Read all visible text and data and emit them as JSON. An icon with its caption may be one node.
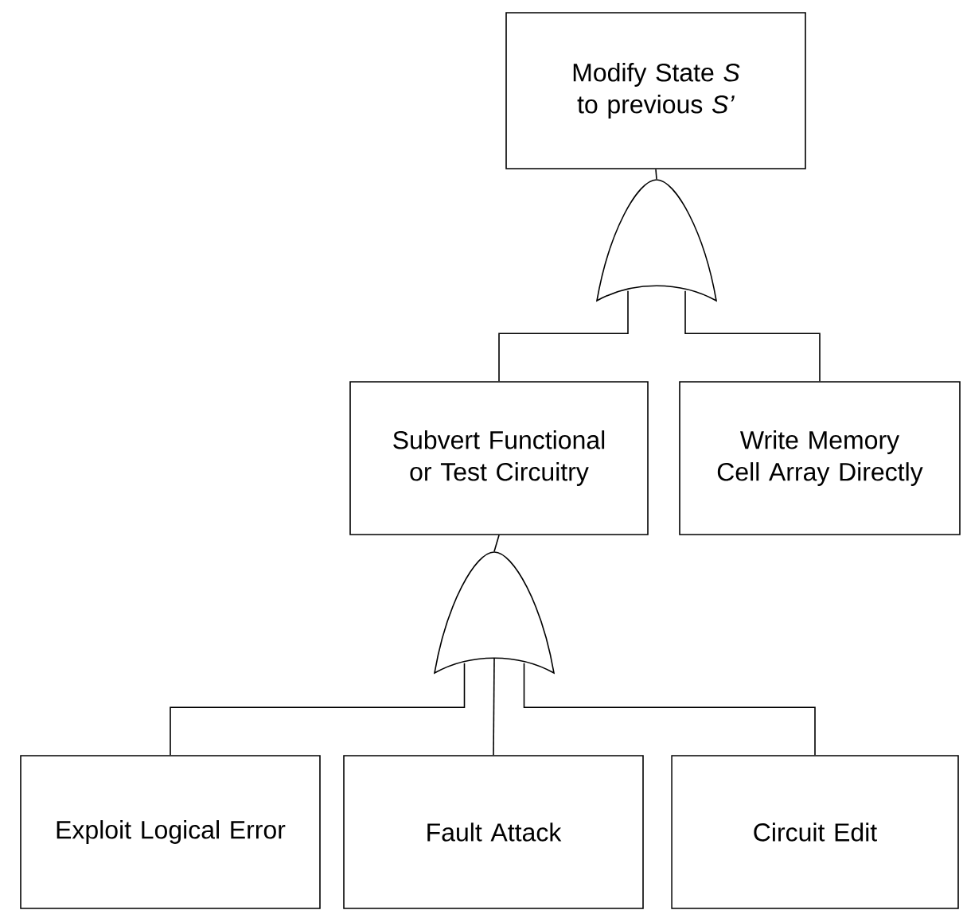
{
  "diagram": {
    "nodes": [
      {
        "text": [
          "Modify State *S* to previous *S’*"
        ]
      },
      {
        "text": [],
        "shape": "gate"
      },
      {
        "text": [
          "Subvert Functional or Test Circuitry"
        ]
      },
      {
        "text": [
          "Write Memory Cell Array Directly"
        ]
      },
      {
        "text": [],
        "shape": "gate"
      },
      {
        "text": [
          "Exploit Logical Error"
        ]
      },
      {
        "text": [
          "Fault Attack"
        ]
      },
      {
        "text": [
          "Circuit Edit"
        ]
      }
    ],
    "edges": [
      {
        "from": 1,
        "to": 0,
        "arrow": "none"
      },
      {
        "from": 2,
        "to": 1,
        "arrow": "none"
      },
      {
        "from": 3,
        "to": 1,
        "arrow": "none"
      },
      {
        "from": 4,
        "to": 2,
        "arrow": "none"
      },
      {
        "from": 5,
        "to": 4,
        "arrow": "none"
      },
      {
        "from": 6,
        "to": 4,
        "arrow": "none"
      },
      {
        "from": 7,
        "to": 4,
        "arrow": "none"
      }
    ]
  }
}
